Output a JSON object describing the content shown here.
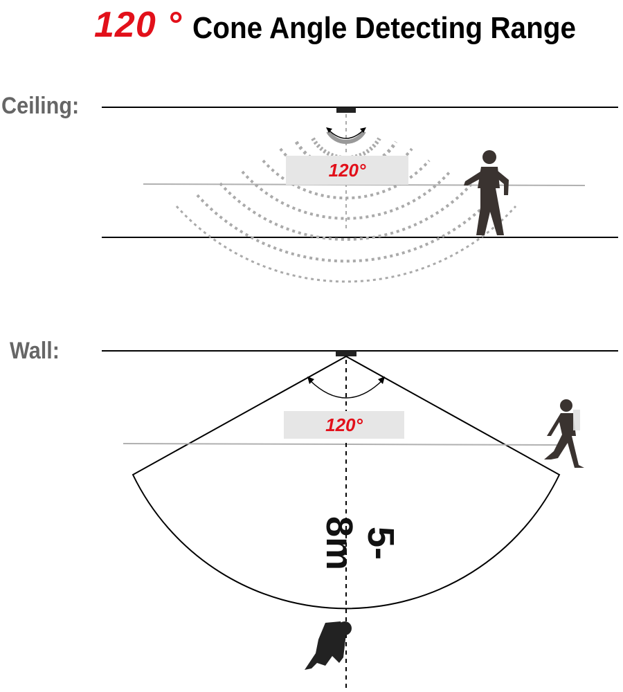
{
  "title": {
    "angle": "120 °",
    "text": "Cone Angle Detecting Range"
  },
  "ceiling": {
    "label": "Ceiling:",
    "angle": "120°"
  },
  "wall": {
    "label": "Wall:",
    "angle": "120°",
    "range": "5-8m"
  },
  "colors": {
    "accent": "#e2101a",
    "label_gray": "#666666",
    "wave_gray": "#aaaaaa",
    "box_gray": "#e6e6e6",
    "figure": "#2b2b2b"
  }
}
